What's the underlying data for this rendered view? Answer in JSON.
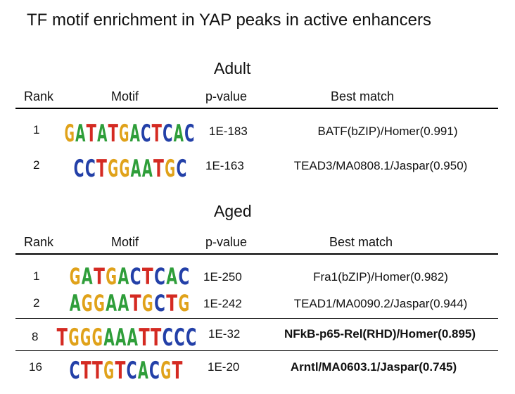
{
  "title": "TF motif enrichment in YAP peaks in active enhancers",
  "columns": {
    "rank": "Rank",
    "motif": "Motif",
    "pvalue": "p-value",
    "match": "Best match"
  },
  "colors": {
    "A": "#2f9e3a",
    "C": "#2340a8",
    "G": "#e0a21a",
    "T": "#d42a22"
  },
  "adult": {
    "label": "Adult",
    "rows": [
      {
        "rank": "1",
        "motif": "GATATGACTCAC",
        "pvalue": "1E-183",
        "match": "BATF(bZIP)/Homer(0.991)",
        "bold": false
      },
      {
        "rank": "2",
        "motif": "CCTGGAATGC",
        "pvalue": "1E-163",
        "match": "TEAD3/MA0808.1/Jaspar(0.950)",
        "bold": false
      }
    ]
  },
  "aged": {
    "label": "Aged",
    "rows": [
      {
        "rank": "1",
        "motif": "GATGACTCAC",
        "pvalue": "1E-250",
        "match": "Fra1(bZIP)/Homer(0.982)",
        "bold": false
      },
      {
        "rank": "2",
        "motif": "AGGAATGCTG",
        "pvalue": "1E-242",
        "match": "TEAD1/MA0090.2/Jaspar(0.944)",
        "bold": false
      },
      {
        "rank": "8",
        "motif": "TGGGAAATTCCC",
        "pvalue": "1E-32",
        "match": "NFkB-p65-Rel(RHD)/Homer(0.895)",
        "bold": true
      },
      {
        "rank": "16",
        "motif": "CTTGTCACGT",
        "pvalue": "1E-20",
        "match": "Arntl/MA0603.1/Jaspar(0.745)",
        "bold": true
      }
    ]
  }
}
